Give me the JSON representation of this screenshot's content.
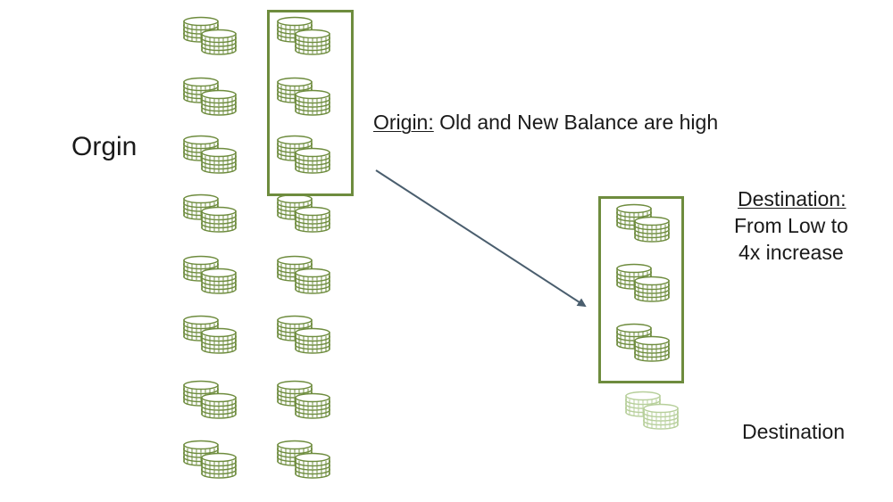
{
  "labels": {
    "origin_side": "Orgin",
    "origin_title": "Origin:",
    "origin_desc": "Old and New Balance are high",
    "dest_title": "Destination:",
    "dest_line1": "From Low to",
    "dest_line2": "4x increase",
    "dest_bottom": "Destination"
  },
  "colors": {
    "coin_stroke": "#6e8c3e",
    "coin_fill": "#ffffff",
    "coin_faded_stroke": "#9fc07a",
    "box_border": "#6e8c3e",
    "arrow": "#4a5e6e"
  },
  "icons": {
    "coin": "coin-stack-icon",
    "arrow": "arrow-icon"
  },
  "coin_groups": {
    "origin_left_column": 8,
    "origin_right_column": 8,
    "origin_highlighted": 3,
    "destination_highlighted": 3,
    "destination_faded": 1
  }
}
